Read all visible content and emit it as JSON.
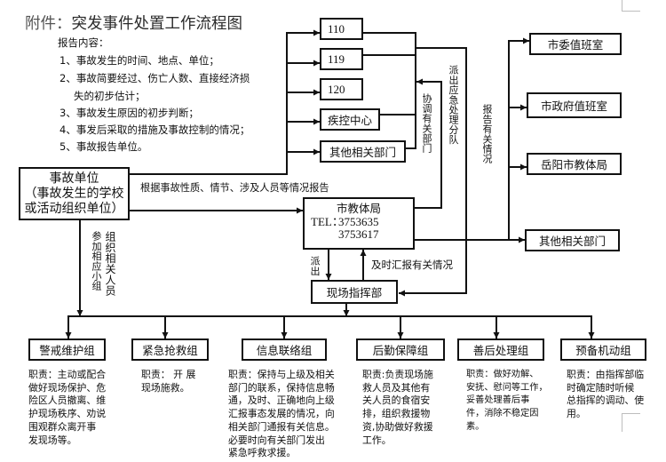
{
  "title": {
    "prefix": "附件：",
    "main": "突发事件处置工作流程图"
  },
  "report_contents": {
    "heading": "报告内容：",
    "items": [
      {
        "lines": [
          "1、事故发生的时间、地点、单位；"
        ]
      },
      {
        "lines": [
          "2、事故简要经过、伤亡人数、直接经济损",
          "失的初步估计；"
        ]
      },
      {
        "lines": [
          "3、事故发生原因的初步判断；"
        ]
      },
      {
        "lines": [
          "4、事发后采取的措施及事故控制的情况；"
        ]
      },
      {
        "lines": [
          "5、事故报告单位。"
        ]
      }
    ]
  },
  "nodes": {
    "accident_unit": {
      "lines": [
        "事故单位",
        "（事故发生的学校",
        "或活动组织单位）"
      ]
    },
    "education_bureau": {
      "name": "市教体局",
      "tel_label": "TEL：",
      "tel_numbers": [
        "3753635",
        "3753617"
      ]
    },
    "field_command": "现场指挥部",
    "emergency_services": [
      "110",
      "119",
      "120",
      "疾控中心",
      "其他相关部门"
    ],
    "report_targets": [
      "市委值班室",
      "市政府值班室",
      "岳阳市教体局",
      "其他相关部门"
    ]
  },
  "edge_labels": {
    "report_by_nature": "根据事故性质、情节、涉及人员等情况报告",
    "organize_personnel": "组织相关人员",
    "join_groups": "参加相应小组",
    "dispatch": "派出",
    "timely_report": "及时汇报有关情况",
    "coordinate_departments": "协调有关部门",
    "dispatch_team": "派出应急处理分队",
    "report_situation": "报告有关情况"
  },
  "groups": [
    {
      "name": "警戒维护组",
      "duty": [
        "职责：主动或配合",
        "做好现场保护、危",
        "险区人员撤离、维",
        "护现场秩序、劝说",
        "围观群众离开事",
        "发现场等。"
      ]
    },
    {
      "name": "紧急抢救组",
      "duty": [
        "职责： 开 展",
        "现场施救。"
      ]
    },
    {
      "name": "信息联络组",
      "duty": [
        "职责：保持与上级及相关",
        "部门的联系，保持信息畅",
        "通，及时、正确地向上级",
        "汇报事态发展的情况，向",
        "相关部门通报有关信息。",
        "必要时向有关部门发出",
        "紧急呼救求援。"
      ]
    },
    {
      "name": "后勤保障组",
      "duty": [
        "职责:负责现场施",
        "救人员及其他有",
        "关人员的食宿安",
        "排，组织救援物",
        "资,协助做好救援",
        "工作。"
      ]
    },
    {
      "name": "善后处理组",
      "duty": [
        "职责：做好劝解、",
        "安抚、慰问等工作，",
        "妥善处理善后事",
        "件，消除不稳定因",
        "素。"
      ]
    },
    {
      "name": "预备机动组",
      "duty": [
        "职责：由指挥部临",
        "时确定随时听候",
        "总指挥的调动、使",
        "用。"
      ]
    }
  ],
  "colors": {
    "line": "#111111",
    "text": "#111111",
    "title_prefix": "#555555",
    "corner_marks": "#bdbdbd"
  }
}
